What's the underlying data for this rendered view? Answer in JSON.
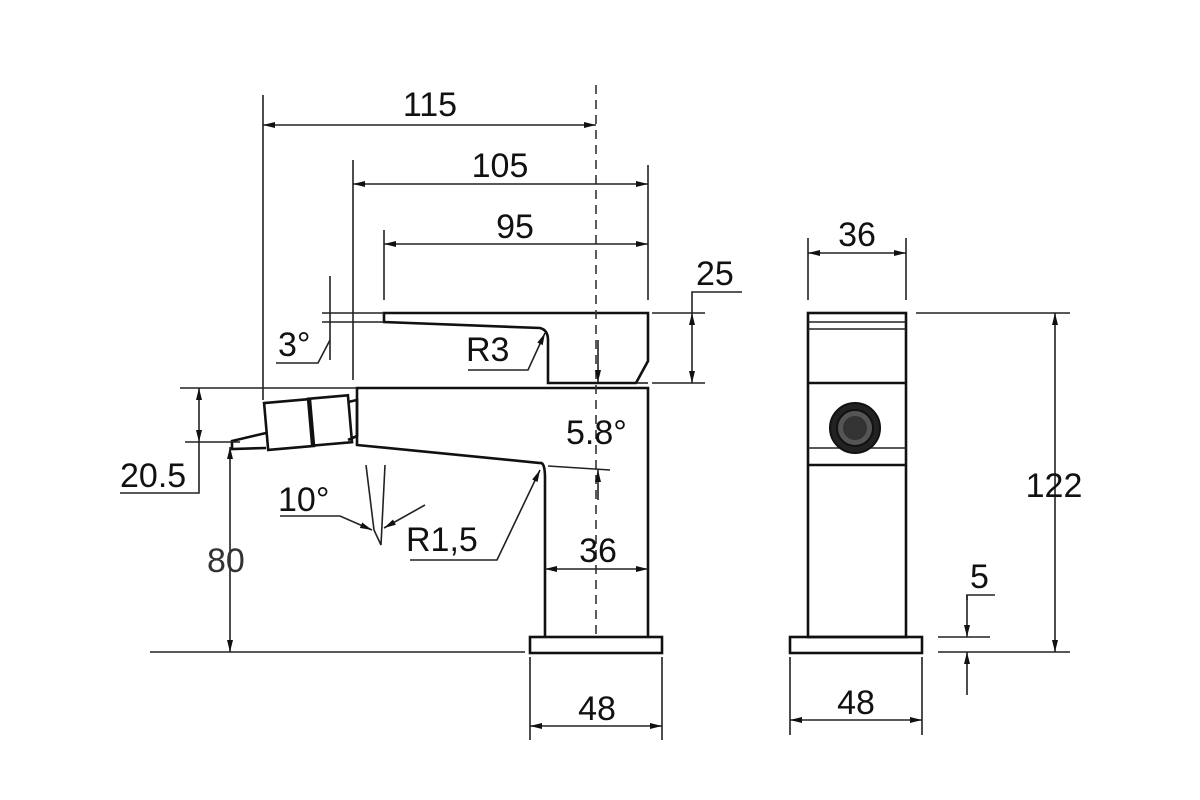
{
  "drawing": {
    "side_view": {
      "dimensions": {
        "overall_length": "115",
        "spout_top_length": "105",
        "lever_length": "95",
        "lever_height": "25",
        "lever_angle": "3°",
        "lever_radius": "R3",
        "spout_angle": "5.8°",
        "nozzle_height": "20.5",
        "nozzle_angle": "10°",
        "spout_tip_radius": "R1,5",
        "base_to_nozzle": "80",
        "body_width": "36",
        "base_width": "48"
      }
    },
    "front_view": {
      "dimensions": {
        "body_width": "36",
        "total_height": "122",
        "base_thickness": "5",
        "base_width": "48"
      }
    }
  }
}
